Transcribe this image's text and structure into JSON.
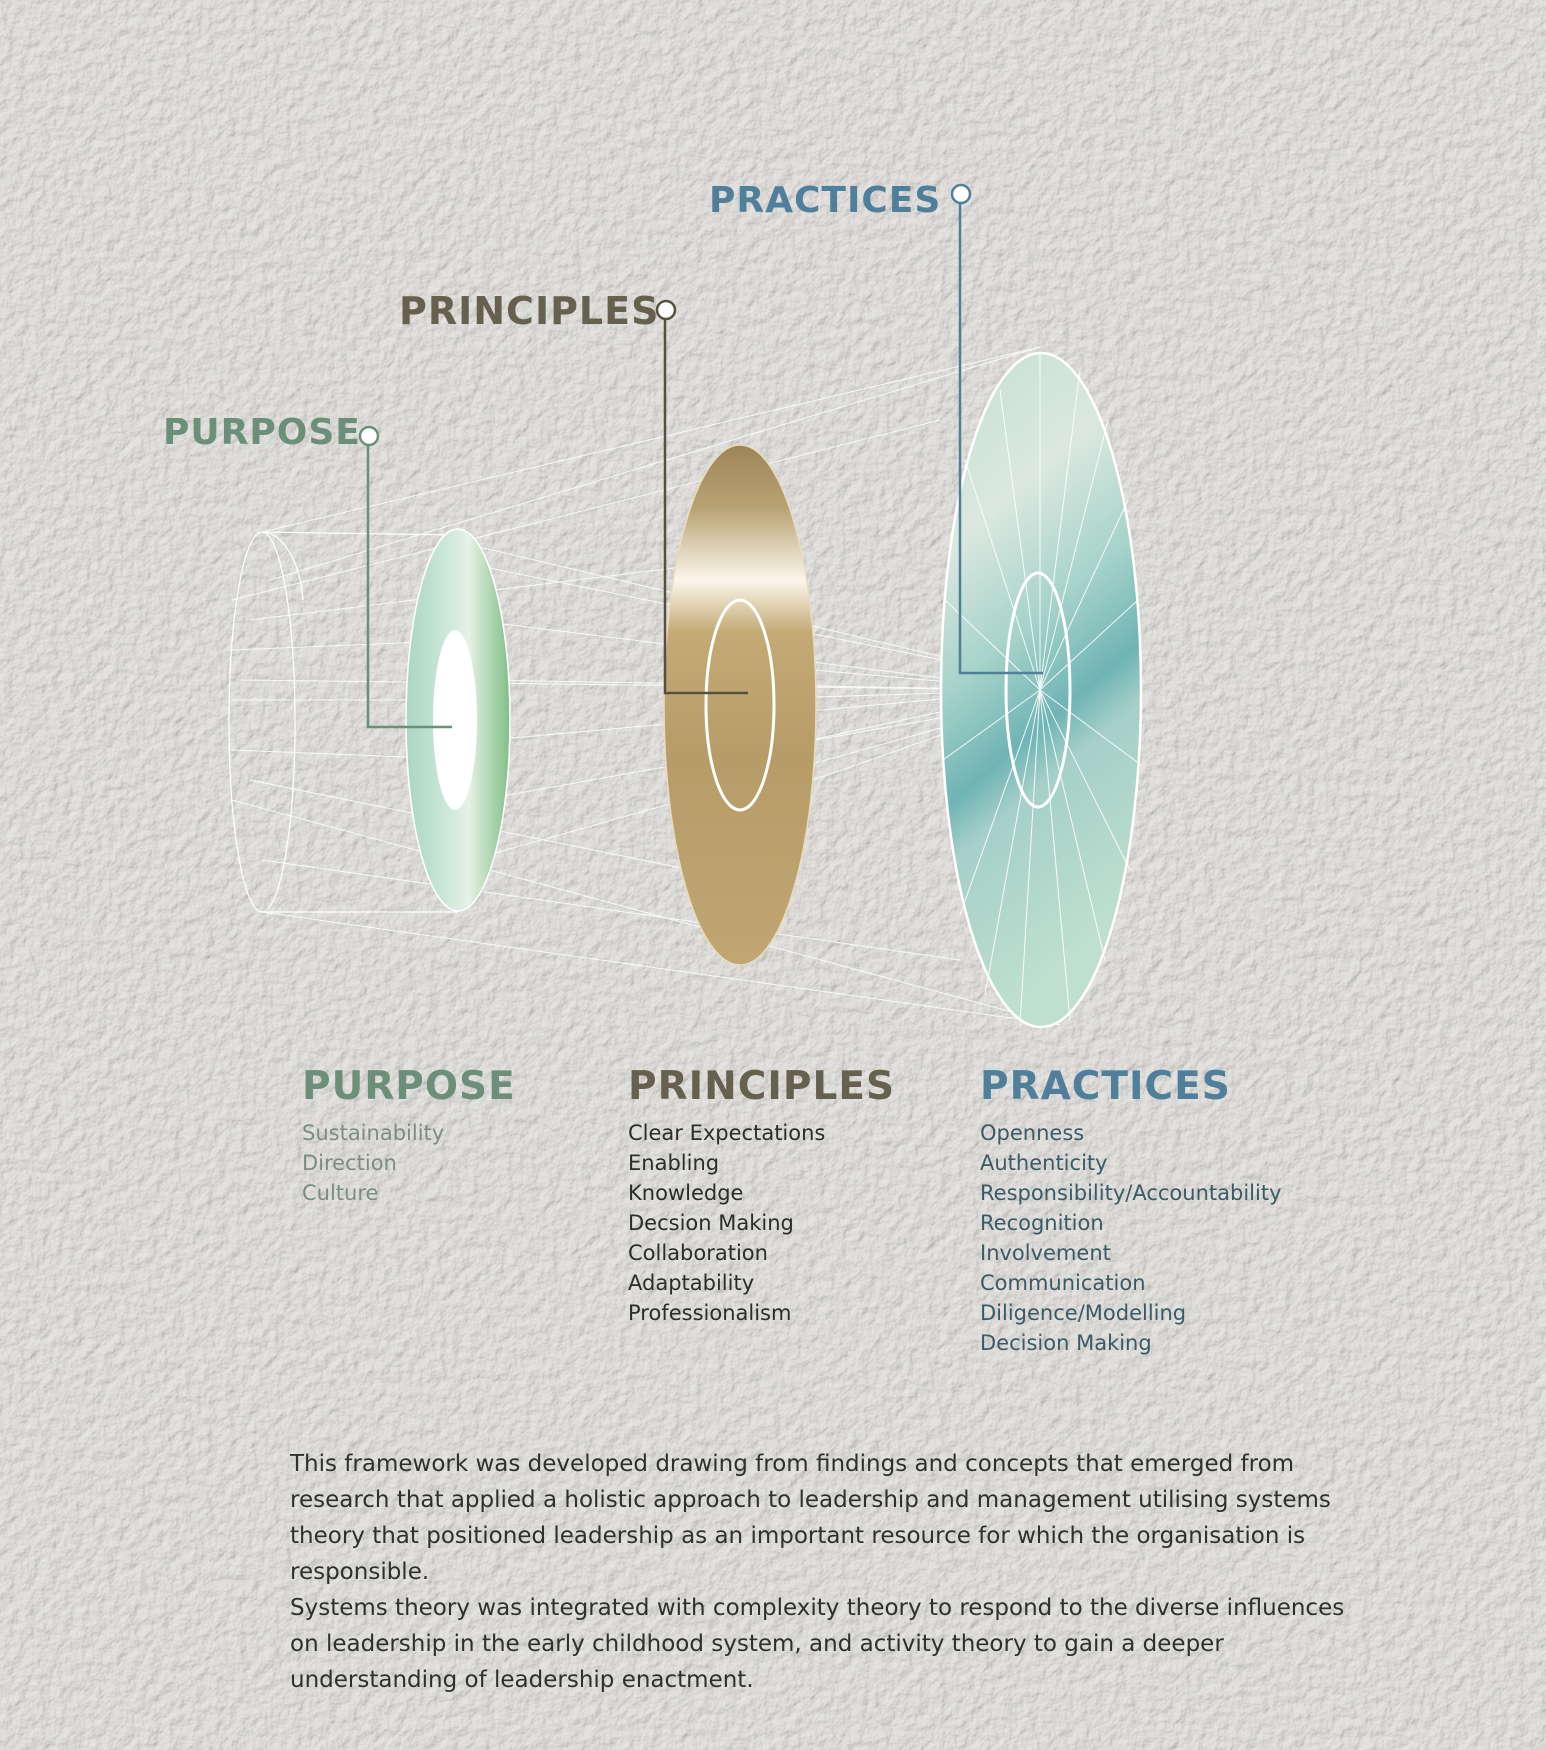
{
  "callouts": {
    "purpose": "PURPOSE",
    "principles": "PRINCIPLES",
    "practices": "PRACTICES"
  },
  "columns": {
    "purpose": {
      "heading": "PURPOSE",
      "items": [
        "Sustainability",
        "Direction",
        "Culture"
      ]
    },
    "principles": {
      "heading": "PRINCIPLES",
      "items": [
        "Clear Expectations",
        "Enabling",
        "Knowledge",
        "Decsion Making",
        "Collaboration",
        "Adaptability",
        "Professionalism"
      ]
    },
    "practices": {
      "heading": "PRACTICES",
      "items": [
        "Openness",
        "Authenticity",
        "Responsibility/Accountability",
        "Recognition",
        "Involvement",
        "Communication",
        "Diligence/Modelling",
        "Decision Making"
      ]
    }
  },
  "description": [
    "This framework was developed drawing from findings and concepts that emerged from research that applied a holistic approach to leadership and management utilising systems theory that positioned leadership as an important resource for which the organisation is responsible.",
    "Systems theory was integrated with complexity theory to respond to the diverse influences on leadership in the early childhood system, and activity theory to gain a deeper understanding of leadership enactment."
  ],
  "colors": {
    "purpose": "#6b8f79",
    "principles": "#66604f",
    "practices": "#4f7f9a",
    "background": "#dddbd7"
  }
}
